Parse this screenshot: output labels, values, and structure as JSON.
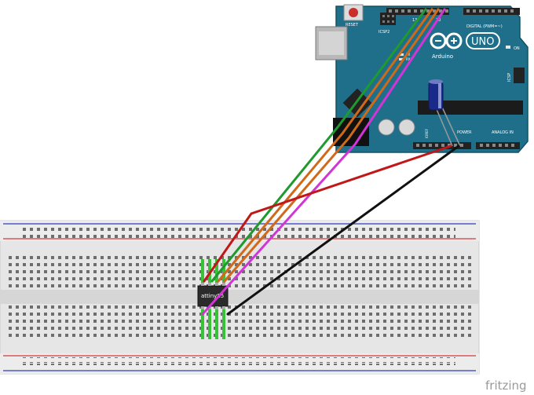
{
  "board": {
    "reset_label": "RESET",
    "icsp2_label": "ICSP2",
    "icsp_label": "ICSP",
    "digital_label": "DIGITAL (PWM=~)",
    "brand": "Arduino",
    "model": "UNO",
    "on_label": "ON",
    "tx_label": "TX",
    "rx_label": "RX",
    "power_label": "POWER",
    "analog_label": "ANALOG IN",
    "ioref_label": "IOREF",
    "pin_13_label": "13",
    "pin_10_label": "10",
    "color": "#1f6f8b"
  },
  "chip": {
    "label": "attiny85"
  },
  "watermark": {
    "text": "fritzing"
  },
  "wires": {
    "colors": [
      "#1f9a2f",
      "#cf6a1b",
      "#cf6a1b",
      "#d234d6",
      "#c01818",
      "#111111"
    ]
  }
}
